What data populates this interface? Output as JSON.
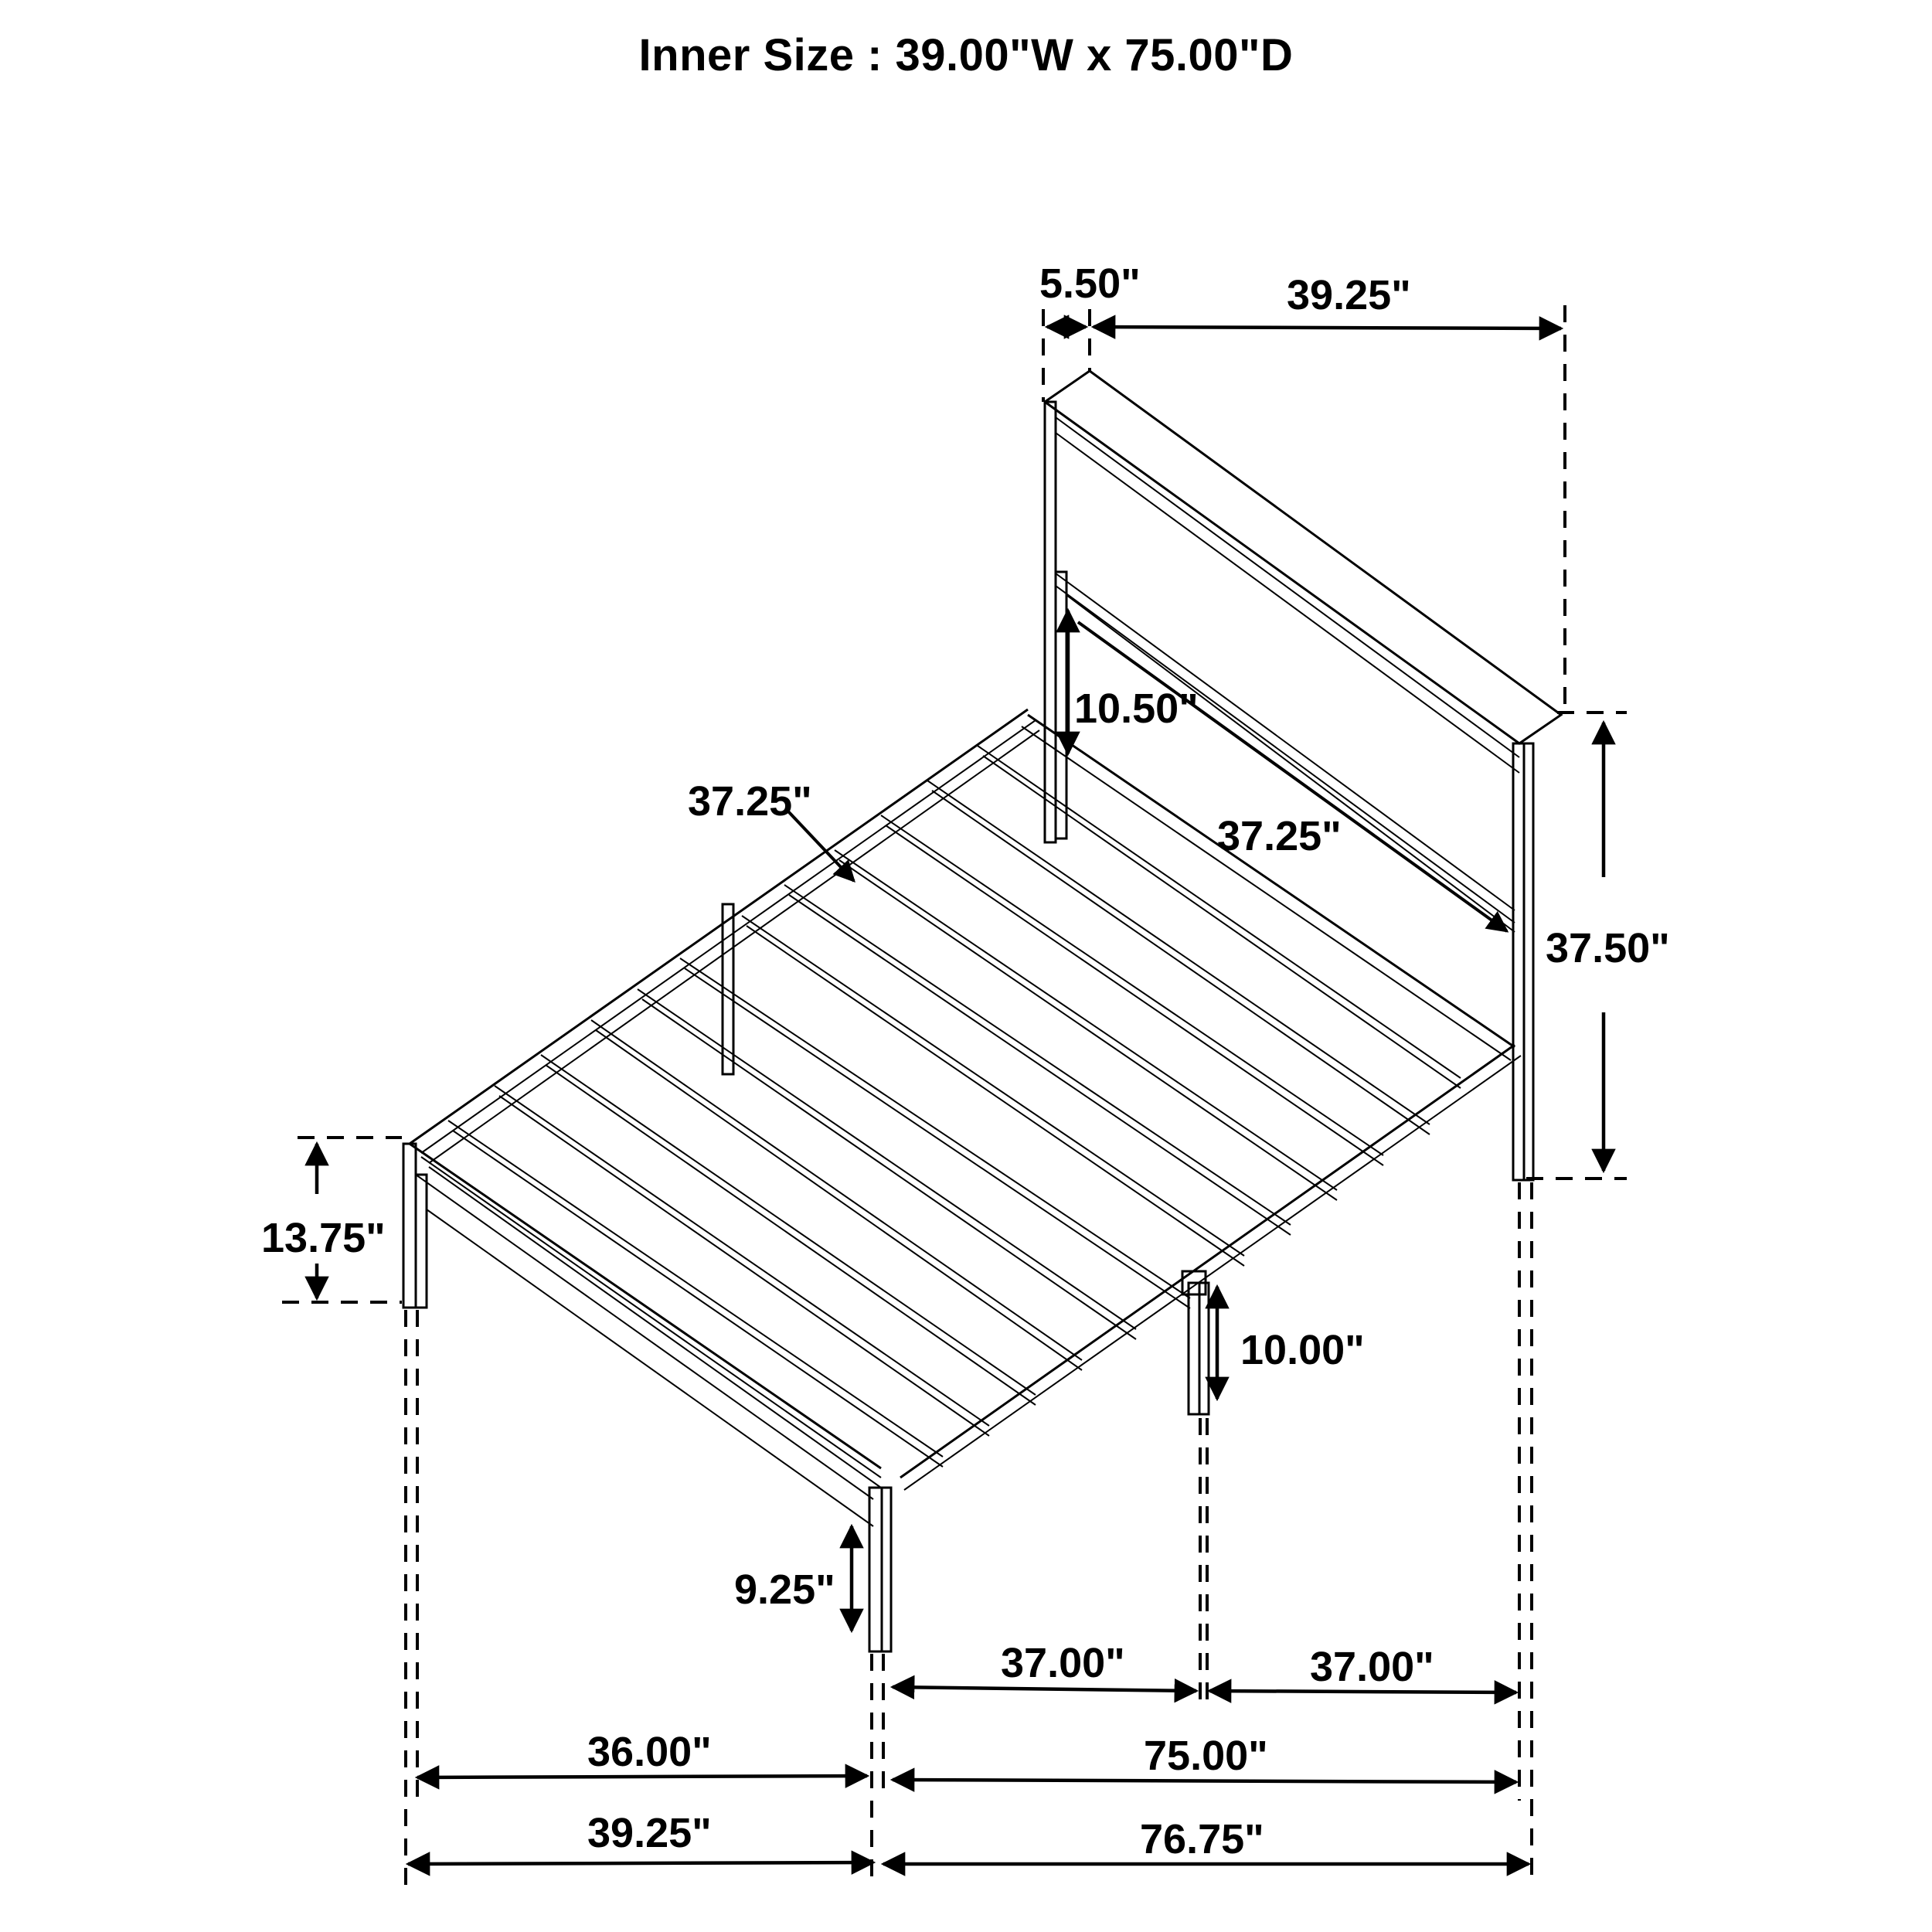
{
  "title": "Inner Size : 39.00\"W x 75.00\"D",
  "inner_size": {
    "width": "39.00\"",
    "depth": "75.00\""
  },
  "dimensions": {
    "headboard_post_depth": "5.50\"",
    "headboard_width": "39.25\"",
    "headboard_panel_height": "10.50\"",
    "headboard_rail_length": "37.25\"",
    "footboard_rail_length": "37.25\"",
    "headboard_height": "37.50\"",
    "footboard_height": "13.75\"",
    "center_leg_height": "10.00\"",
    "foot_clearance": "9.25\"",
    "side_rail_front_half": "37.00\"",
    "side_rail_back_half": "37.00\"",
    "inner_width": "36.00\"",
    "inner_length": "75.00\"",
    "overall_width": "39.25\"",
    "overall_length": "76.75\""
  },
  "colors": {
    "line": "#000000",
    "background": "#ffffff"
  }
}
